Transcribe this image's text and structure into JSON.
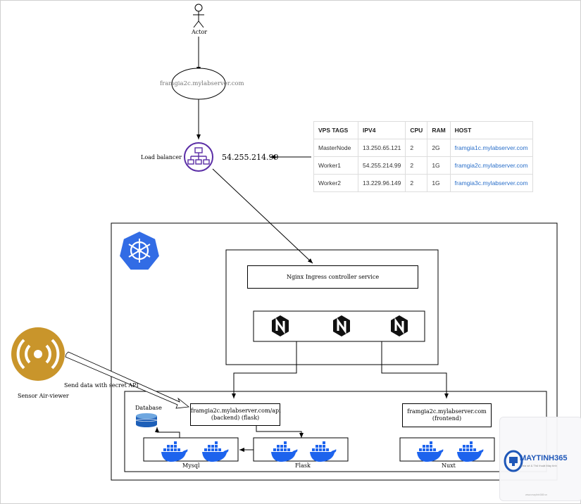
{
  "actor": {
    "label": "Actor"
  },
  "domain": {
    "label": "framgia2c.mylabserver.com"
  },
  "load_balancer": {
    "label": "Load balancer",
    "ip": "54.255.214.99"
  },
  "vps_table": {
    "headers": [
      "VPS TAGS",
      "IPV4",
      "CPU",
      "RAM",
      "HOST"
    ],
    "rows": [
      [
        "MasterNode",
        "13.250.65.121",
        "2",
        "2G",
        "framgia1c.mylabserver.com"
      ],
      [
        "Worker1",
        "54.255.214.99",
        "2",
        "1G",
        "framgia2c.mylabserver.com"
      ],
      [
        "Worker2",
        "13.229.96.149",
        "2",
        "1G",
        "framgia3c.mylabserver.com"
      ]
    ]
  },
  "ingress": {
    "label": "Nginx Ingress controller service"
  },
  "sensor": {
    "label": "Sensor Air-viewer",
    "arrow_label": "Send data with secret API"
  },
  "database": {
    "label": "Database"
  },
  "api_service": {
    "line1": "framgia2c.mylabserver.com/api",
    "line2": "(backend) (flask)"
  },
  "frontend_service": {
    "line1": "framgia2c.mylabserver.com",
    "line2": "(frontend)"
  },
  "pods": {
    "mysql": "Mysql",
    "flask": "Flask",
    "nuxt": "Nuxt"
  },
  "watermark": {
    "title": "MAYTINH365",
    "subtitle": "Chia sẻ & Thủ thuật Máy tính",
    "footer": "www.maytinh365.vn"
  },
  "colors": {
    "kube_blue": "#326ce5",
    "lb_purple": "#5b2ea6",
    "docker_blue": "#1d63ed",
    "sensor_gold": "#c9952b"
  }
}
